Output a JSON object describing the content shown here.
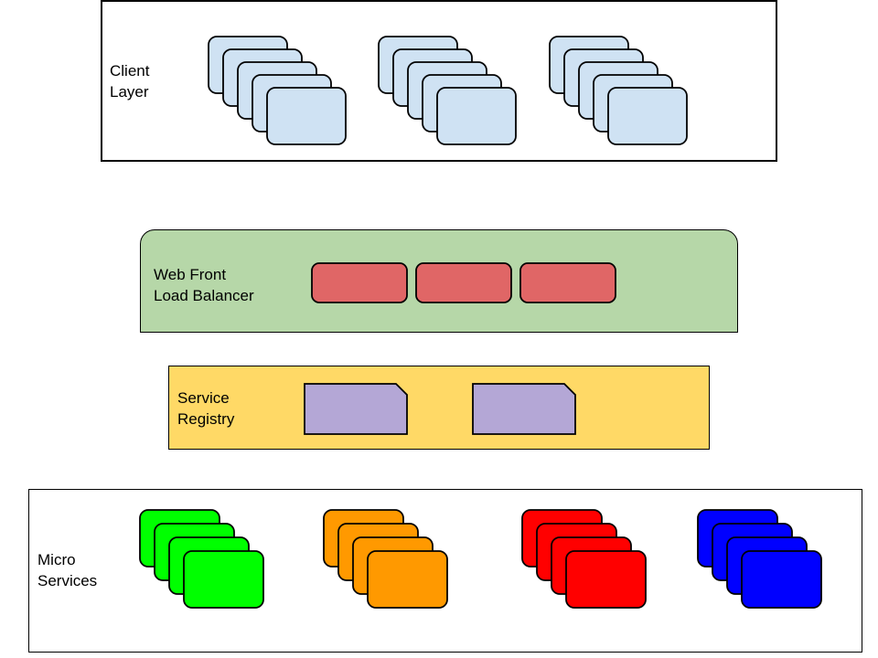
{
  "client_layer": {
    "label_lines": [
      "Client",
      "Layer"
    ],
    "color": "#cfe2f3",
    "groups": 3,
    "stack_depth": 5
  },
  "web_front": {
    "label_lines": [
      "Web Front",
      "Load Balancer"
    ],
    "color": "#b6d7a8",
    "node_color": "#e06666",
    "nodes": 3
  },
  "service_registry": {
    "label_lines": [
      "Service",
      "Registry"
    ],
    "color": "#ffd966",
    "doc_color": "#b4a7d6",
    "docs": 2
  },
  "micro_services": {
    "label_lines": [
      "Micro",
      "Services"
    ],
    "stack_depth": 4,
    "group_colors": [
      "#00ff00",
      "#ff9900",
      "#ff0000",
      "#0000ff"
    ]
  }
}
